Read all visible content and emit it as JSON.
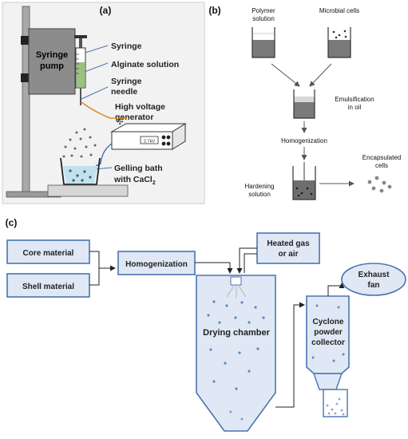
{
  "panel_a": {
    "label": "(a)",
    "pump_label_1": "Syringe",
    "pump_label_2": "pump",
    "syringe": "Syringe",
    "alginate": "Alginate solution",
    "needle_1": "Syringe",
    "needle_2": "needle",
    "hv_1": "High voltage",
    "hv_2": "generator",
    "display": "2.7kV",
    "bath_1": "Gelling bath",
    "bath_2": "with CaCl",
    "bath_sub": "2"
  },
  "panel_b": {
    "label": "(b)",
    "polymer_1": "Polymer",
    "polymer_2": "solution",
    "microbial": "Microbial cells",
    "emulsification_1": "Emulsification",
    "emulsification_2": "in oil",
    "homogenization": "Homogenization",
    "hardening_1": "Hardening",
    "hardening_2": "solution",
    "encapsulated_1": "Encapsulated",
    "encapsulated_2": "cells"
  },
  "panel_c": {
    "label": "(c)",
    "core": "Core material",
    "shell": "Shell material",
    "homogenization": "Homogenization",
    "heated_1": "Heated gas",
    "heated_2": "or air",
    "drying": "Drying chamber",
    "cyclone_1": "Cyclone",
    "cyclone_2": "powder",
    "cyclone_3": "collector",
    "exhaust_1": "Exhaust",
    "exhaust_2": "fan"
  },
  "colors": {
    "box_fill": "#dfe8f4",
    "box_stroke": "#4a74b0",
    "liquid": "#bfe2ee",
    "pump_gray": "#8c8c8c"
  }
}
